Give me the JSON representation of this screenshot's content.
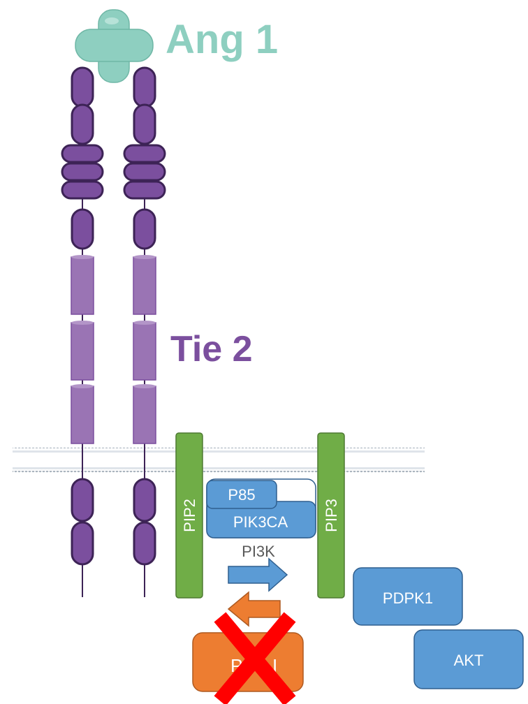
{
  "labels": {
    "ligand": "Ang 1",
    "receptor": "Tie 2",
    "pip2": "PIP2",
    "pip3": "PIP3",
    "p85": "P85",
    "pik3ca": "PIK3CA",
    "pi3k": "PI3K",
    "pdpk1": "PDPK1",
    "akt": "AKT",
    "pten_partial": "P",
    "pten_partial_end": "I"
  },
  "colors": {
    "ligand": "#8ecfc0",
    "ligand_dark": "#6fb7a6",
    "receptor": "#7b4f9e",
    "receptor_light": "#9a74b4",
    "receptor_stroke": "#3d2356",
    "pip": "#70ad47",
    "pip_stroke": "#4e7a32",
    "protein": "#5b9bd5",
    "protein_stroke": "#2f5f8f",
    "pten": "#ed7d31",
    "cross": "#ff0000",
    "pi3k_text": "#595959",
    "membrane": "#b8c2cc"
  },
  "icons": {
    "inhibition": "red-x-cross-icon",
    "forward_arrow": "blue-right-arrow-icon",
    "reverse_arrow": "orange-left-arrow-icon"
  }
}
